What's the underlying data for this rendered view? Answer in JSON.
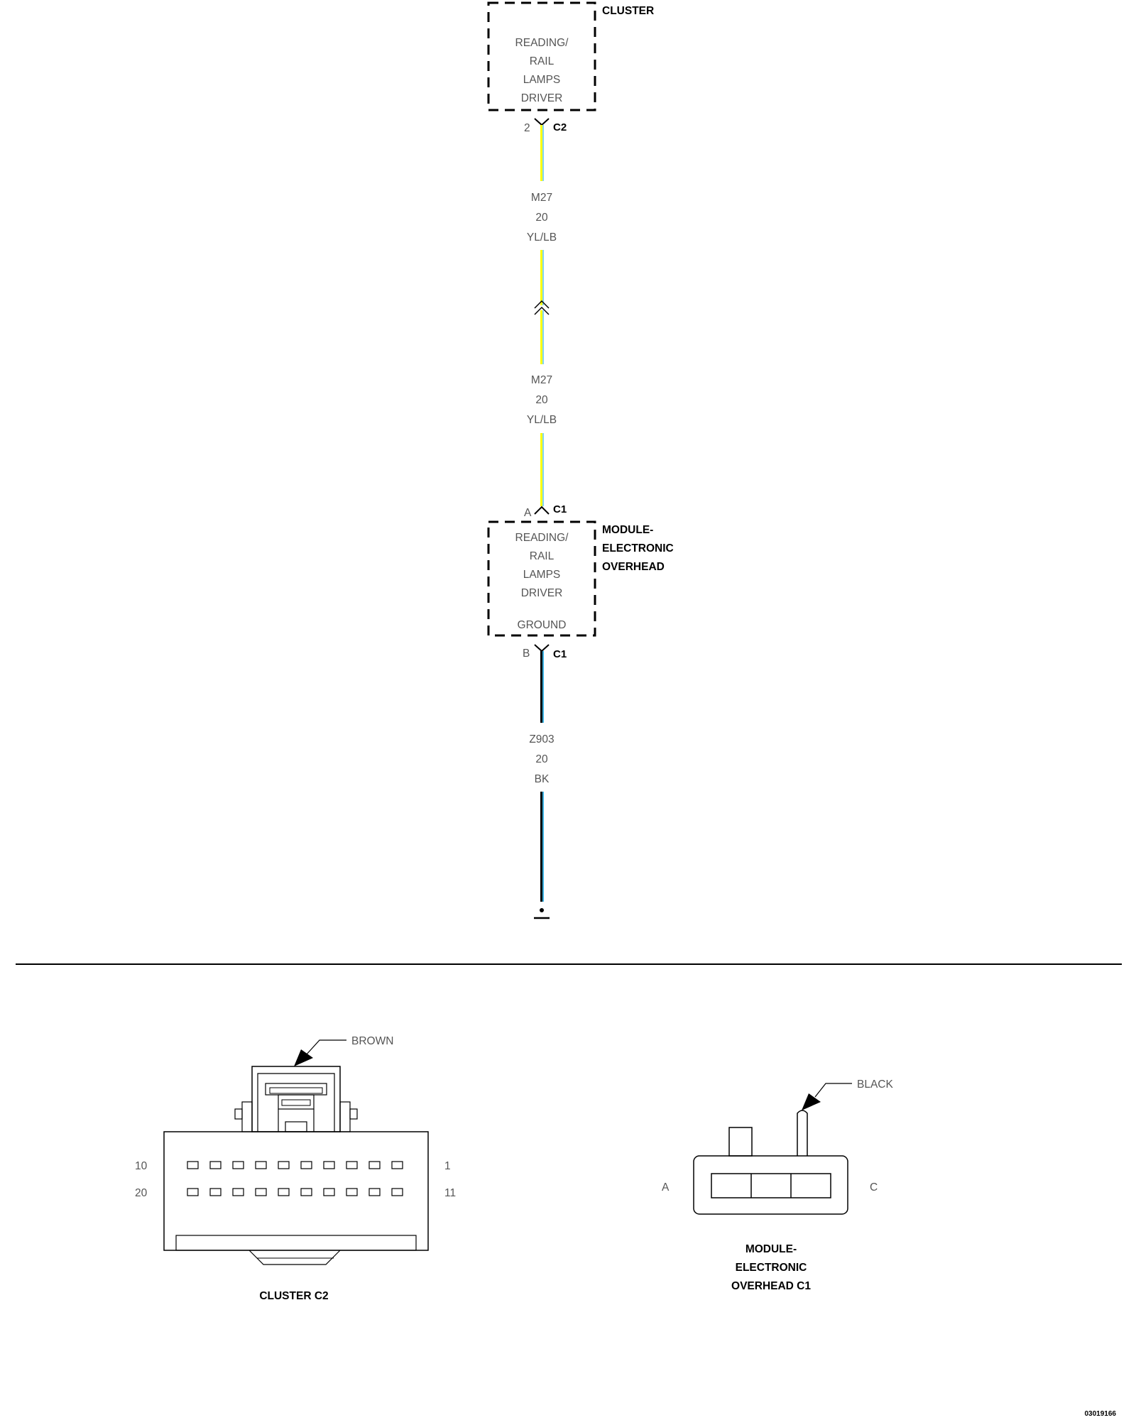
{
  "upper_component": {
    "title": "CLUSTER",
    "function_lines": [
      "READING/",
      "RAIL",
      "LAMPS",
      "DRIVER"
    ],
    "pin": "2",
    "connector": "C2"
  },
  "wire_upper": {
    "circuit": "M27",
    "gauge": "20",
    "color_code": "YL/LB",
    "colors": [
      "#ffff00",
      "#7fd4ff"
    ]
  },
  "wire_lower": {
    "circuit": "M27",
    "gauge": "20",
    "color_code": "YL/LB",
    "colors": [
      "#ffff00",
      "#7fd4ff"
    ]
  },
  "lower_component": {
    "title_lines": [
      "MODULE-",
      "ELECTRONIC",
      "OVERHEAD"
    ],
    "function_lines": [
      "READING/",
      "RAIL",
      "LAMPS",
      "DRIVER"
    ],
    "ground_label": "GROUND",
    "input_pin": "A",
    "input_connector": "C1",
    "output_pin": "B",
    "output_connector": "C1"
  },
  "ground_wire": {
    "circuit": "Z903",
    "gauge": "20",
    "color_code": "BK",
    "colors": [
      "#000000",
      "#3ab0e0"
    ]
  },
  "connector_views": {
    "cluster_c2": {
      "caption": "CLUSTER C2",
      "color_label": "BROWN",
      "pin_labels": {
        "top_left": "10",
        "top_right": "1",
        "bottom_left": "20",
        "bottom_right": "11"
      }
    },
    "module_c1": {
      "caption_lines": [
        "MODULE-",
        "ELECTRONIC",
        "OVERHEAD C1"
      ],
      "color_label": "BLACK",
      "pin_labels": {
        "left": "A",
        "right": "C"
      }
    }
  },
  "figure_id": "03019166"
}
